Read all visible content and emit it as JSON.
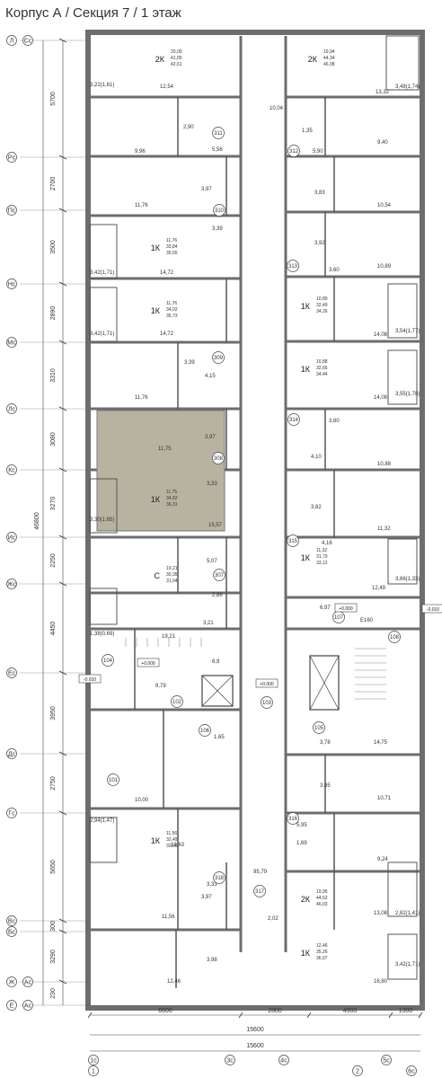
{
  "title": "Корпус А / Секция 7 / 1 этаж",
  "left_axes": [
    {
      "label": "Л",
      "sub": "Сс"
    },
    {
      "label": "Рс",
      "sub": ""
    },
    {
      "label": "Пс",
      "sub": ""
    },
    {
      "label": "Нс",
      "sub": ""
    },
    {
      "label": "Мс",
      "sub": ""
    },
    {
      "label": "Лс",
      "sub": ""
    },
    {
      "label": "Кс",
      "sub": ""
    },
    {
      "label": "Ис",
      "sub": ""
    },
    {
      "label": "Жс",
      "sub": ""
    },
    {
      "label": "Ес",
      "sub": ""
    },
    {
      "label": "Дс",
      "sub": ""
    },
    {
      "label": "Гс",
      "sub": ""
    },
    {
      "label": "Вс",
      "sub": ""
    },
    {
      "label": "Бс",
      "sub": ""
    },
    {
      "label": "Ж",
      "sub": "Ас"
    },
    {
      "label": "Е",
      "sub": "Ас"
    }
  ],
  "left_dims": [
    "5700",
    "2700",
    "3500",
    "2890",
    "3310",
    "3080",
    "3270",
    "2250",
    "4450",
    "3950",
    "2750",
    "5650",
    "300",
    "3290",
    "230"
  ],
  "overall_dim": "46800",
  "bottom_dims": [
    "6600",
    "2800",
    "4900",
    "1300"
  ],
  "bottom_total": "15600",
  "bottom_total2": "15600",
  "bottom_axes_top": [
    "1с",
    "3с",
    "4с",
    "5с"
  ],
  "bottom_axes": [
    "1",
    "2",
    "6с"
  ],
  "levels": [
    "+0.000",
    "+0.000",
    "+0.000",
    "-0.010",
    "-0.010"
  ],
  "room_numbers": [
    "311",
    "312",
    "310",
    "313",
    "309",
    "314",
    "308",
    "315",
    "307",
    "101",
    "104",
    "102",
    "103",
    "106",
    "105",
    "316",
    "318",
    "317",
    "107",
    "108",
    "Е160"
  ],
  "apartments": [
    {
      "type": "2К",
      "areas": [
        "20,00",
        "41,00",
        "42,61"
      ]
    },
    {
      "type": "2К",
      "areas": [
        "19,94",
        "44,34",
        "46,08"
      ]
    },
    {
      "type": "1К",
      "areas": [
        "11,76",
        "33,84",
        "35,55"
      ]
    },
    {
      "type": "1К",
      "areas": [
        "11,76",
        "34,02",
        "35,73"
      ]
    },
    {
      "type": "1К",
      "areas": [
        "10,89",
        "32,49",
        "34,26"
      ]
    },
    {
      "type": "1К",
      "areas": [
        "10,88",
        "32,66",
        "34,44"
      ]
    },
    {
      "type": "1К",
      "areas": [
        "11,75",
        "34,62",
        "36,31"
      ]
    },
    {
      "type": "1К",
      "areas": [
        "11,32",
        "31,79",
        "33,12"
      ]
    },
    {
      "type": "С",
      "areas": [
        "19,21",
        "30,35",
        "31,04"
      ]
    },
    {
      "type": "1К",
      "areas": [
        "11,56",
        "32,49",
        "33,96"
      ]
    },
    {
      "type": "2К",
      "areas": [
        "19,95",
        "44,62",
        "46,03"
      ]
    },
    {
      "type": "1К",
      "areas": [
        "12,46",
        "35,26",
        "36,97"
      ]
    }
  ],
  "room_areas": [
    "12,54",
    "3,22(1,61)",
    "2,90",
    "9,96",
    "5,56",
    "10,04",
    "13,32",
    "3,48(1,74)",
    "1,35",
    "5,90",
    "9,40",
    "3,97",
    "11,76",
    "3,83",
    "10,54",
    "3,39",
    "3,92",
    "3,42(1,71)",
    "14,72",
    "3,60",
    "10,89",
    "3,42(1,71)",
    "14,72",
    "14,08",
    "3,54(1,77)",
    "3,39",
    "4,15",
    "11,76",
    "14,08",
    "3,55(1,78)",
    "3,60",
    "3,97",
    "4,10",
    "11,75",
    "10,88",
    "3,33",
    "3,82",
    "3,30(1,65)",
    "15,57",
    "11,32",
    "4,16",
    "5,07",
    "2,86",
    "3,66(1,33)",
    "12,49",
    "3,21",
    "1,38(0,69)",
    "19,21",
    "6,97",
    "6,9",
    "9,79",
    "1,65",
    "3,78",
    "14,75",
    "10,00",
    "3,95",
    "10,71",
    "2,94(1,47)",
    "13,63",
    "5,95",
    "1,69",
    "9,24",
    "95,79",
    "3,33",
    "3,97",
    "2,02",
    "13,08",
    "11,56",
    "2,82(1,41)",
    "3,98",
    "3,42(1,71)",
    "12,46",
    "16,80"
  ]
}
